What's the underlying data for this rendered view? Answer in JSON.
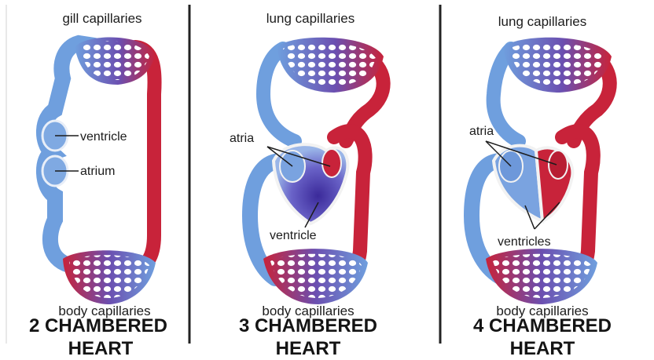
{
  "colors": {
    "oxygenated": "#c8233a",
    "deoxygenated": "#6f9fde",
    "mixed": "#5b3fa8",
    "divider": "#222222"
  },
  "panels": [
    {
      "top_label": "gill capillaries",
      "chamber_labels": [
        "ventricle",
        "atrium"
      ],
      "bottom_label": "body capillaries",
      "title_line1": "2 CHAMBERED",
      "title_line2": "HEART"
    },
    {
      "top_label": "lung capillaries",
      "chamber_labels": [
        "atria",
        "ventricle"
      ],
      "bottom_label": "body capillaries",
      "title_line1": "3 CHAMBERED",
      "title_line2": "HEART"
    },
    {
      "top_label": "lung capillaries",
      "chamber_labels": [
        "atria",
        "ventricles"
      ],
      "bottom_label": "body capillaries",
      "title_line1": "4 CHAMBERED",
      "title_line2": "HEART"
    }
  ]
}
